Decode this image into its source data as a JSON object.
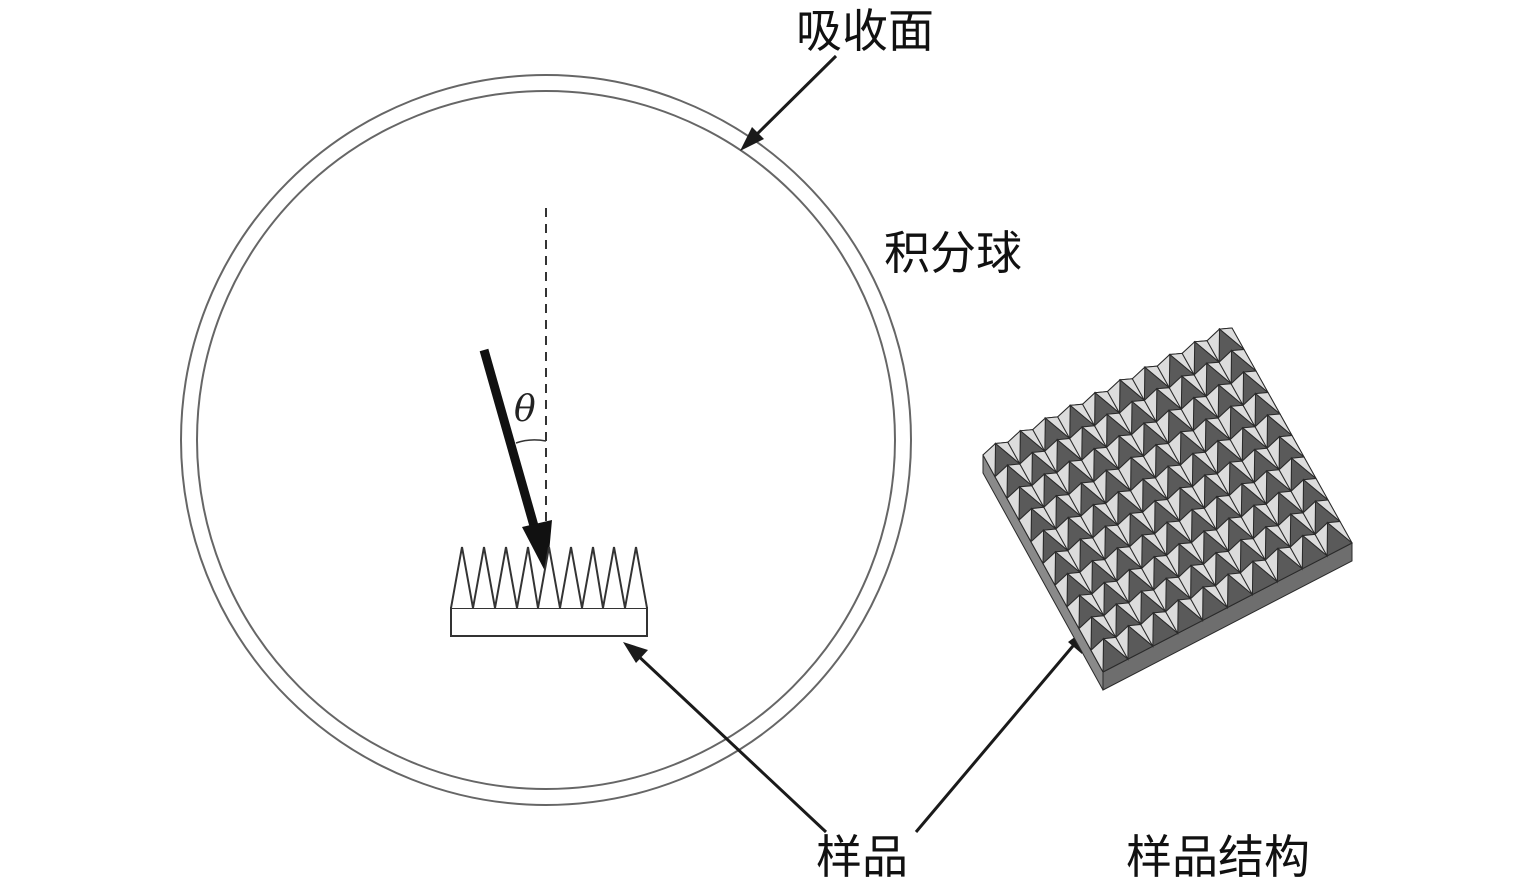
{
  "labels": {
    "absorbing_surface": "吸收面",
    "integrating_sphere": "积分球",
    "sample": "样品",
    "sample_structure": "样品结构",
    "angle": "θ"
  },
  "colors": {
    "line": "#1a1a1a",
    "circle": "#555555",
    "pyramid_dark": "#5a5a5a",
    "pyramid_light": "#dcdcdc",
    "base_side": "#8a8a8a"
  }
}
